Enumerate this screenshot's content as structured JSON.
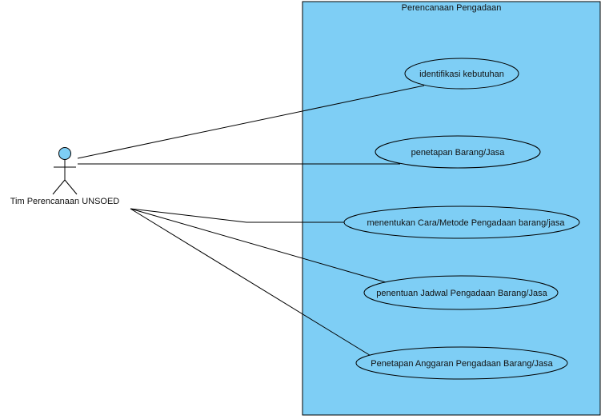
{
  "system": {
    "title": "Perencanaan Pengadaan"
  },
  "actor": {
    "name": "Tim Perencanaan UNSOED"
  },
  "use_cases": [
    {
      "label": "identifikasi kebutuhan"
    },
    {
      "label": "penetapan Barang/Jasa"
    },
    {
      "label": "menentukan Cara/Metode  Pengadaan barang/jasa"
    },
    {
      "label": "penentuan Jadwal Pengadaan Barang/Jasa"
    },
    {
      "label": "Penetapan Anggaran Pengadaan Barang/Jasa"
    }
  ],
  "colors": {
    "system_fill": "#7ecef5",
    "actor_head_fill": "#7ecef5",
    "use_case_fill": "#7ecef5",
    "line": "#000000"
  }
}
